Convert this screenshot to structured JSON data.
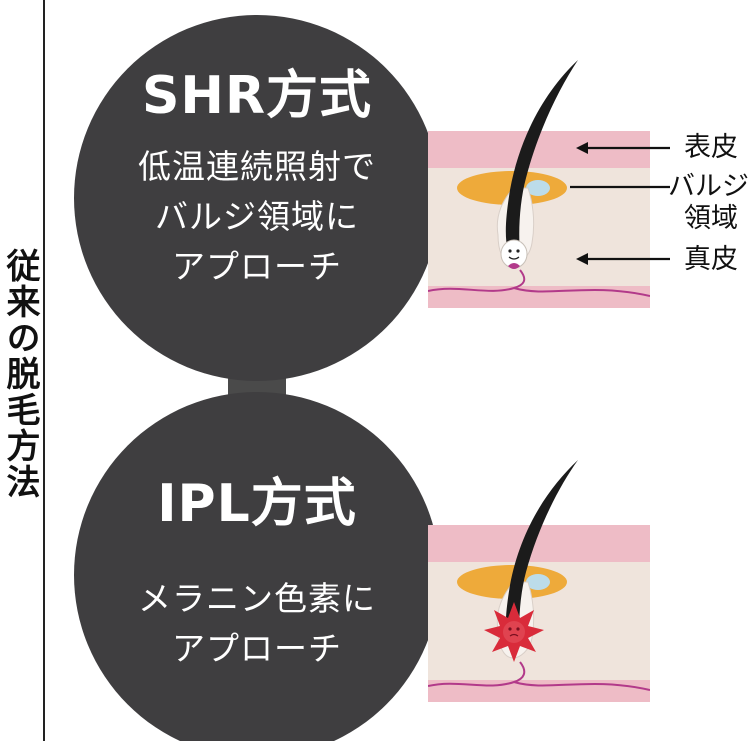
{
  "sidebar": {
    "label": "従来の脱毛方法"
  },
  "methods": [
    {
      "title": "SHR方式",
      "description_lines": [
        "低温連続照射で",
        "バルジ領域に",
        "アプローチ"
      ]
    },
    {
      "title": "IPL方式",
      "description_lines": [
        "メラニン色素に",
        "アプローチ"
      ]
    }
  ],
  "callouts": {
    "epidermis": "表皮",
    "bulge_line1": "バルジ",
    "bulge_line2": "領域",
    "dermis": "真皮"
  },
  "colors": {
    "circle": "#3f3e40",
    "connector": "#4a4a4a",
    "epidermis_pink": "#eebcc6",
    "dermis_beige": "#efe4dc",
    "bulge_orange": "#eeaa3a",
    "bulge_blue": "#bcdcea",
    "hair": "#1b1b1b",
    "nerve_magenta": "#b23a8a",
    "red_burst": "#d92b3a"
  }
}
